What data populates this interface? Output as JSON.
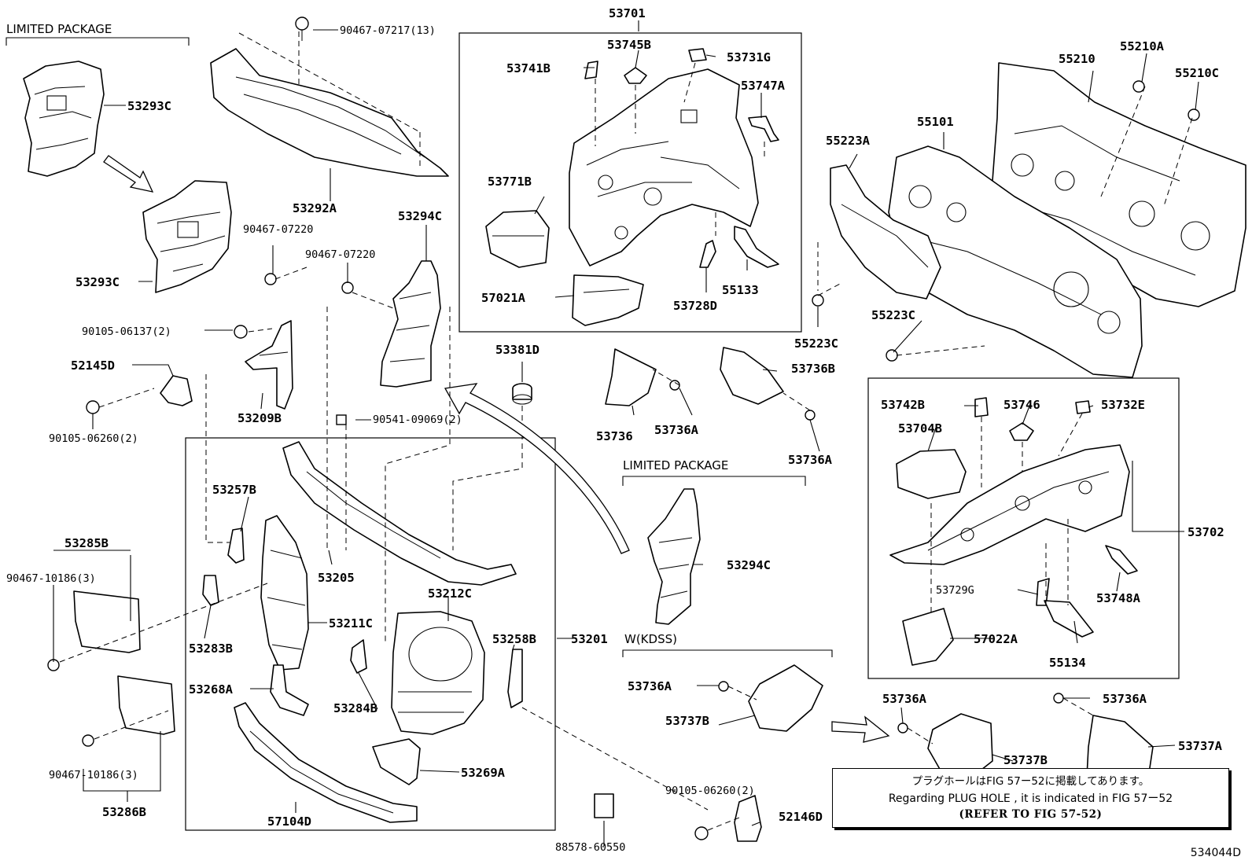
{
  "diagram_id": "534044D",
  "groups": {
    "limited_package_top": "LIMITED PACKAGE",
    "limited_package_mid": "LIMITED PACKAGE",
    "w_kdss": "W(KDSS)"
  },
  "labels": {
    "p53293C_a": "53293C",
    "p53293C_b": "53293C",
    "p90467_07217": "90467-07217(13)",
    "p53292A": "53292A",
    "p90467_07220_a": "90467-07220",
    "p90467_07220_b": "90467-07220",
    "p53294C_a": "53294C",
    "p53294C_b": "53294C",
    "p90105_06137": "90105-06137(2)",
    "p52145D": "52145D",
    "p53209B": "53209B",
    "p90105_06260_a": "90105-06260(2)",
    "p90105_06260_b": "90105-06260(2)",
    "p90541_09069": "90541-09069(2)",
    "p53381D": "53381D",
    "p53701": "53701",
    "p53745B": "53745B",
    "p53741B": "53741B",
    "p53731G": "53731G",
    "p53747A": "53747A",
    "p53771B": "53771B",
    "p57021A": "57021A",
    "p53728D": "53728D",
    "p55133": "55133",
    "p55210": "55210",
    "p55210A": "55210A",
    "p55210C": "55210C",
    "p55223A": "55223A",
    "p55101": "55101",
    "p55223C_a": "55223C",
    "p55223C_b": "55223C",
    "p53736B": "53736B",
    "p53736": "53736",
    "p53736A_a": "53736A",
    "p53736A_b": "53736A",
    "p53736A_c": "53736A",
    "p53736A_d": "53736A",
    "p53736A_e": "53736A",
    "p53742B": "53742B",
    "p53746": "53746",
    "p53732E": "53732E",
    "p53704B": "53704B",
    "p53702": "53702",
    "p53729G": "53729G",
    "p53748A": "53748A",
    "p57022A": "57022A",
    "p55134": "55134",
    "p53737B_a": "53737B",
    "p53737B_b": "53737B",
    "p53737A": "53737A",
    "p52146D": "52146D",
    "p88578_60550": "88578-60550",
    "p53257B": "53257B",
    "p53205": "53205",
    "p53285B": "53285B",
    "p90467_10186_a": "90467-10186(3)",
    "p90467_10186_b": "90467-10186(3)",
    "p53286B": "53286B",
    "p53211C": "53211C",
    "p53283B": "53283B",
    "p53212C": "53212C",
    "p53201": "53201",
    "p53258B": "53258B",
    "p53268A": "53268A",
    "p53284B": "53284B",
    "p53269A": "53269A",
    "p57104D": "57104D"
  },
  "note": {
    "line_ja": "プラグホールはFIG 57ー52に掲載してあります。",
    "line_en": "Regarding  PLUG  HOLE , it is indicated in FIG  57ー52",
    "line_ref": "(REFER TO FIG 57-52)"
  }
}
